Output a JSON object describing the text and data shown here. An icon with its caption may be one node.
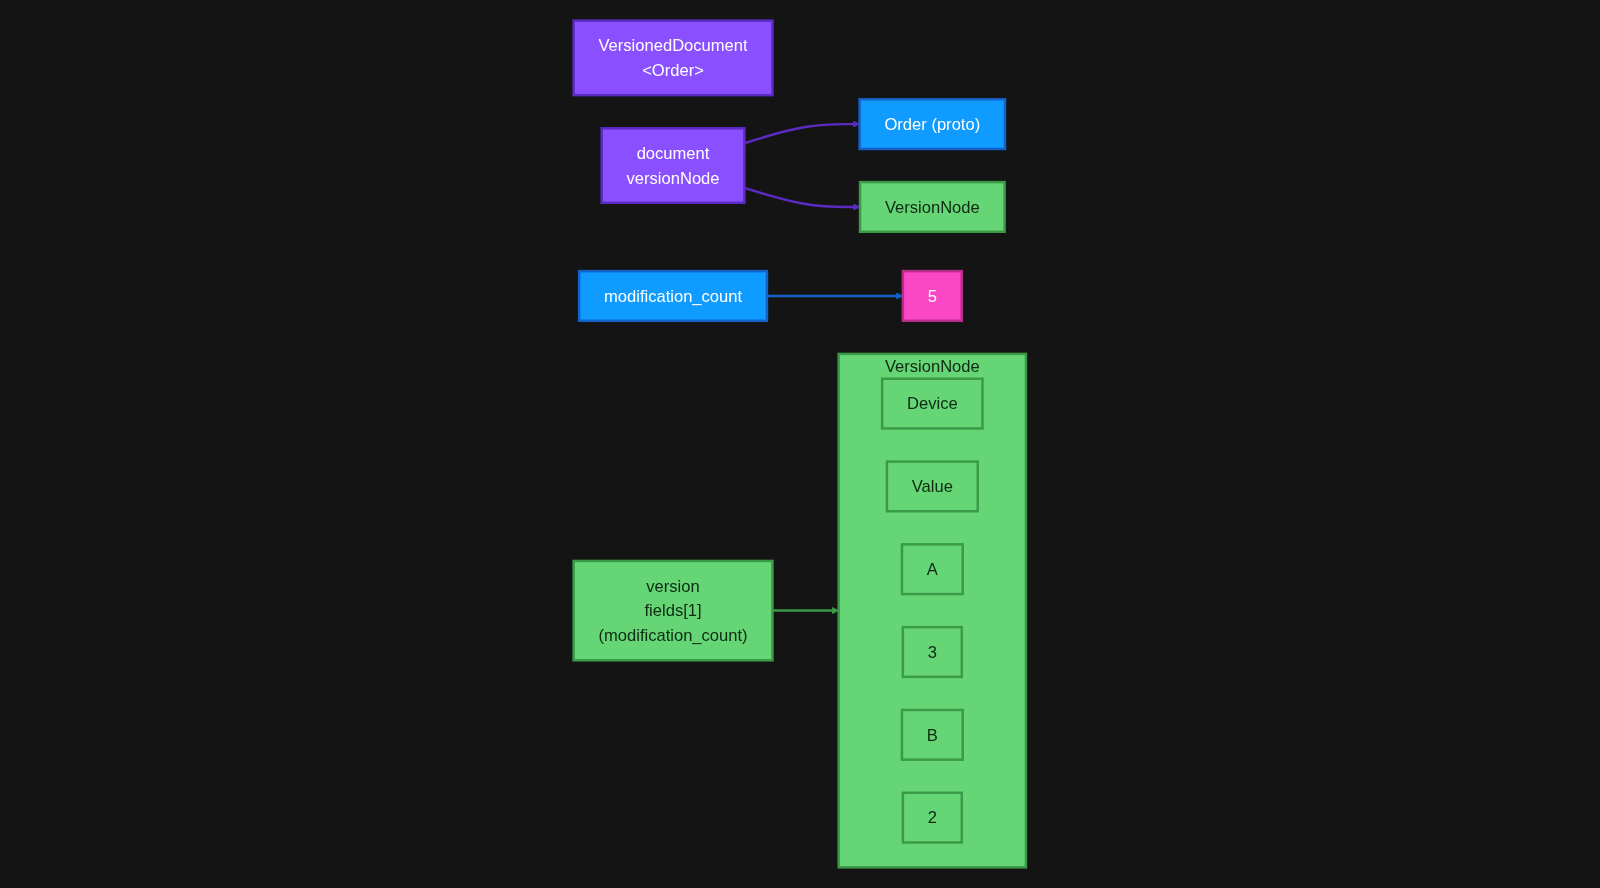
{
  "diagram": {
    "nodes": [
      {
        "text": [
          "VersionedDocument",
          "<Order>"
        ]
      },
      {
        "text": [
          "document",
          "versionNode"
        ]
      },
      {
        "text": [
          "Order (proto)"
        ]
      },
      {
        "text": [
          "modification_count"
        ]
      },
      {
        "text": [
          "5"
        ]
      },
      {
        "text": [
          "VersionNode"
        ]
      },
      {
        "text": [
          "version",
          "fields[1]",
          "(modification_count)"
        ]
      },
      {
        "text": [
          "VersionNode"
        ]
      },
      {
        "text": [
          "Device"
        ],
        "in": 7
      },
      {
        "text": [
          "Value"
        ],
        "in": 7
      },
      {
        "text": [
          "A"
        ],
        "in": 7
      },
      {
        "text": [
          "3"
        ],
        "in": 7
      },
      {
        "text": [
          "B"
        ],
        "in": 7
      },
      {
        "text": [
          "2"
        ],
        "in": 7
      }
    ],
    "edges": [
      {
        "from": 1,
        "to": 2,
        "arrow": "to",
        "color": "#5b2bc4"
      },
      {
        "from": 1,
        "to": 5,
        "arrow": "to",
        "color": "#5b2bc4"
      },
      {
        "from": 3,
        "to": 4,
        "arrow": "to",
        "color": "#1462c8"
      },
      {
        "from": 6,
        "to": 7,
        "arrow": "to",
        "color": "#3a9a48"
      }
    ]
  }
}
